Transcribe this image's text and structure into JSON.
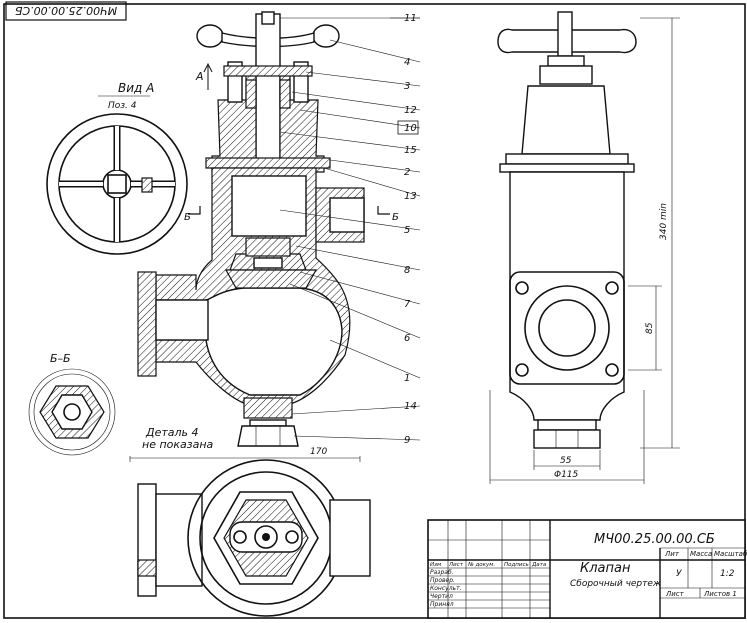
{
  "drawing": {
    "code_stamp": "МЧ00.25.00.00.СБ",
    "view_a_title": "Вид А",
    "view_a_sub": "Поз. 4",
    "section_title": "Б–Б",
    "arrow_a": "А",
    "section_mark": "Б",
    "detail_note_1": "Деталь 4",
    "detail_note_2": "не показана",
    "dim_width": "170",
    "dim_height": "340 min",
    "dim_55": "55",
    "dim_115": "Φ115",
    "dim_side": "85"
  },
  "leaders": [
    "11",
    "4",
    "3",
    "12",
    "10",
    "15",
    "2",
    "13",
    "5",
    "8",
    "7",
    "6",
    "1",
    "14",
    "9"
  ],
  "title_block": {
    "designation": "МЧ00.25.00.00.СБ",
    "name": "Клапан",
    "doc_type": "Сборочный чертеж",
    "col_lit": "Лит",
    "col_mass": "Масса",
    "col_scale": "Масштаб",
    "lit_value": "У",
    "scale_value": "1:2",
    "sheet_label": "Лист",
    "sheets_label": "Листов 1",
    "row_headers": [
      "Изм",
      "Лист",
      "№ докум.",
      "Подпись",
      "Дата"
    ],
    "roles": [
      "Разраб.",
      "Провер.",
      "Консульт.",
      "Чертил",
      "Принял"
    ]
  }
}
